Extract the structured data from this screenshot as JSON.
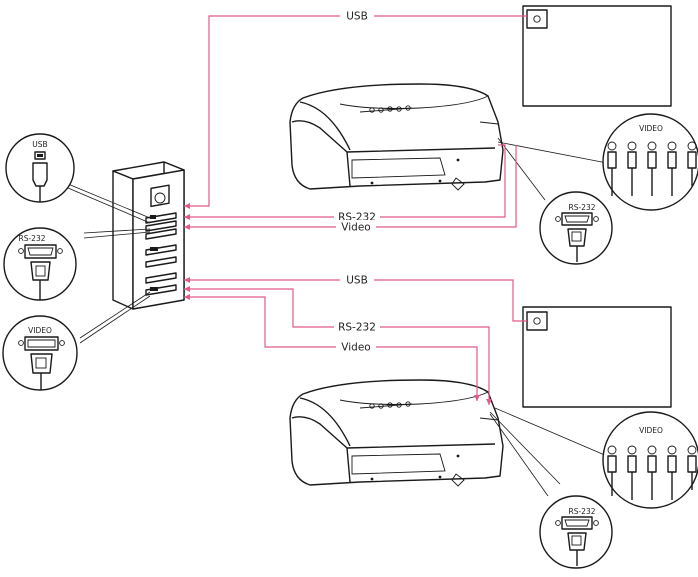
{
  "cables": {
    "usb_top": "USB",
    "rs232_top": "RS-232",
    "video_top": "Video",
    "usb_bottom": "USB",
    "rs232_bottom": "RS-232",
    "video_bottom": "Video"
  },
  "callouts": {
    "left_usb": "USB",
    "left_rs232": "RS-232",
    "left_video": "VIDEO",
    "right_top_video": "VIDEO",
    "right_top_rs232": "RS-232",
    "right_bottom_video": "VIDEO",
    "right_bottom_rs232": "RS-232"
  },
  "colors": {
    "cable": "#e05a86",
    "ink": "#1a1a1a"
  }
}
